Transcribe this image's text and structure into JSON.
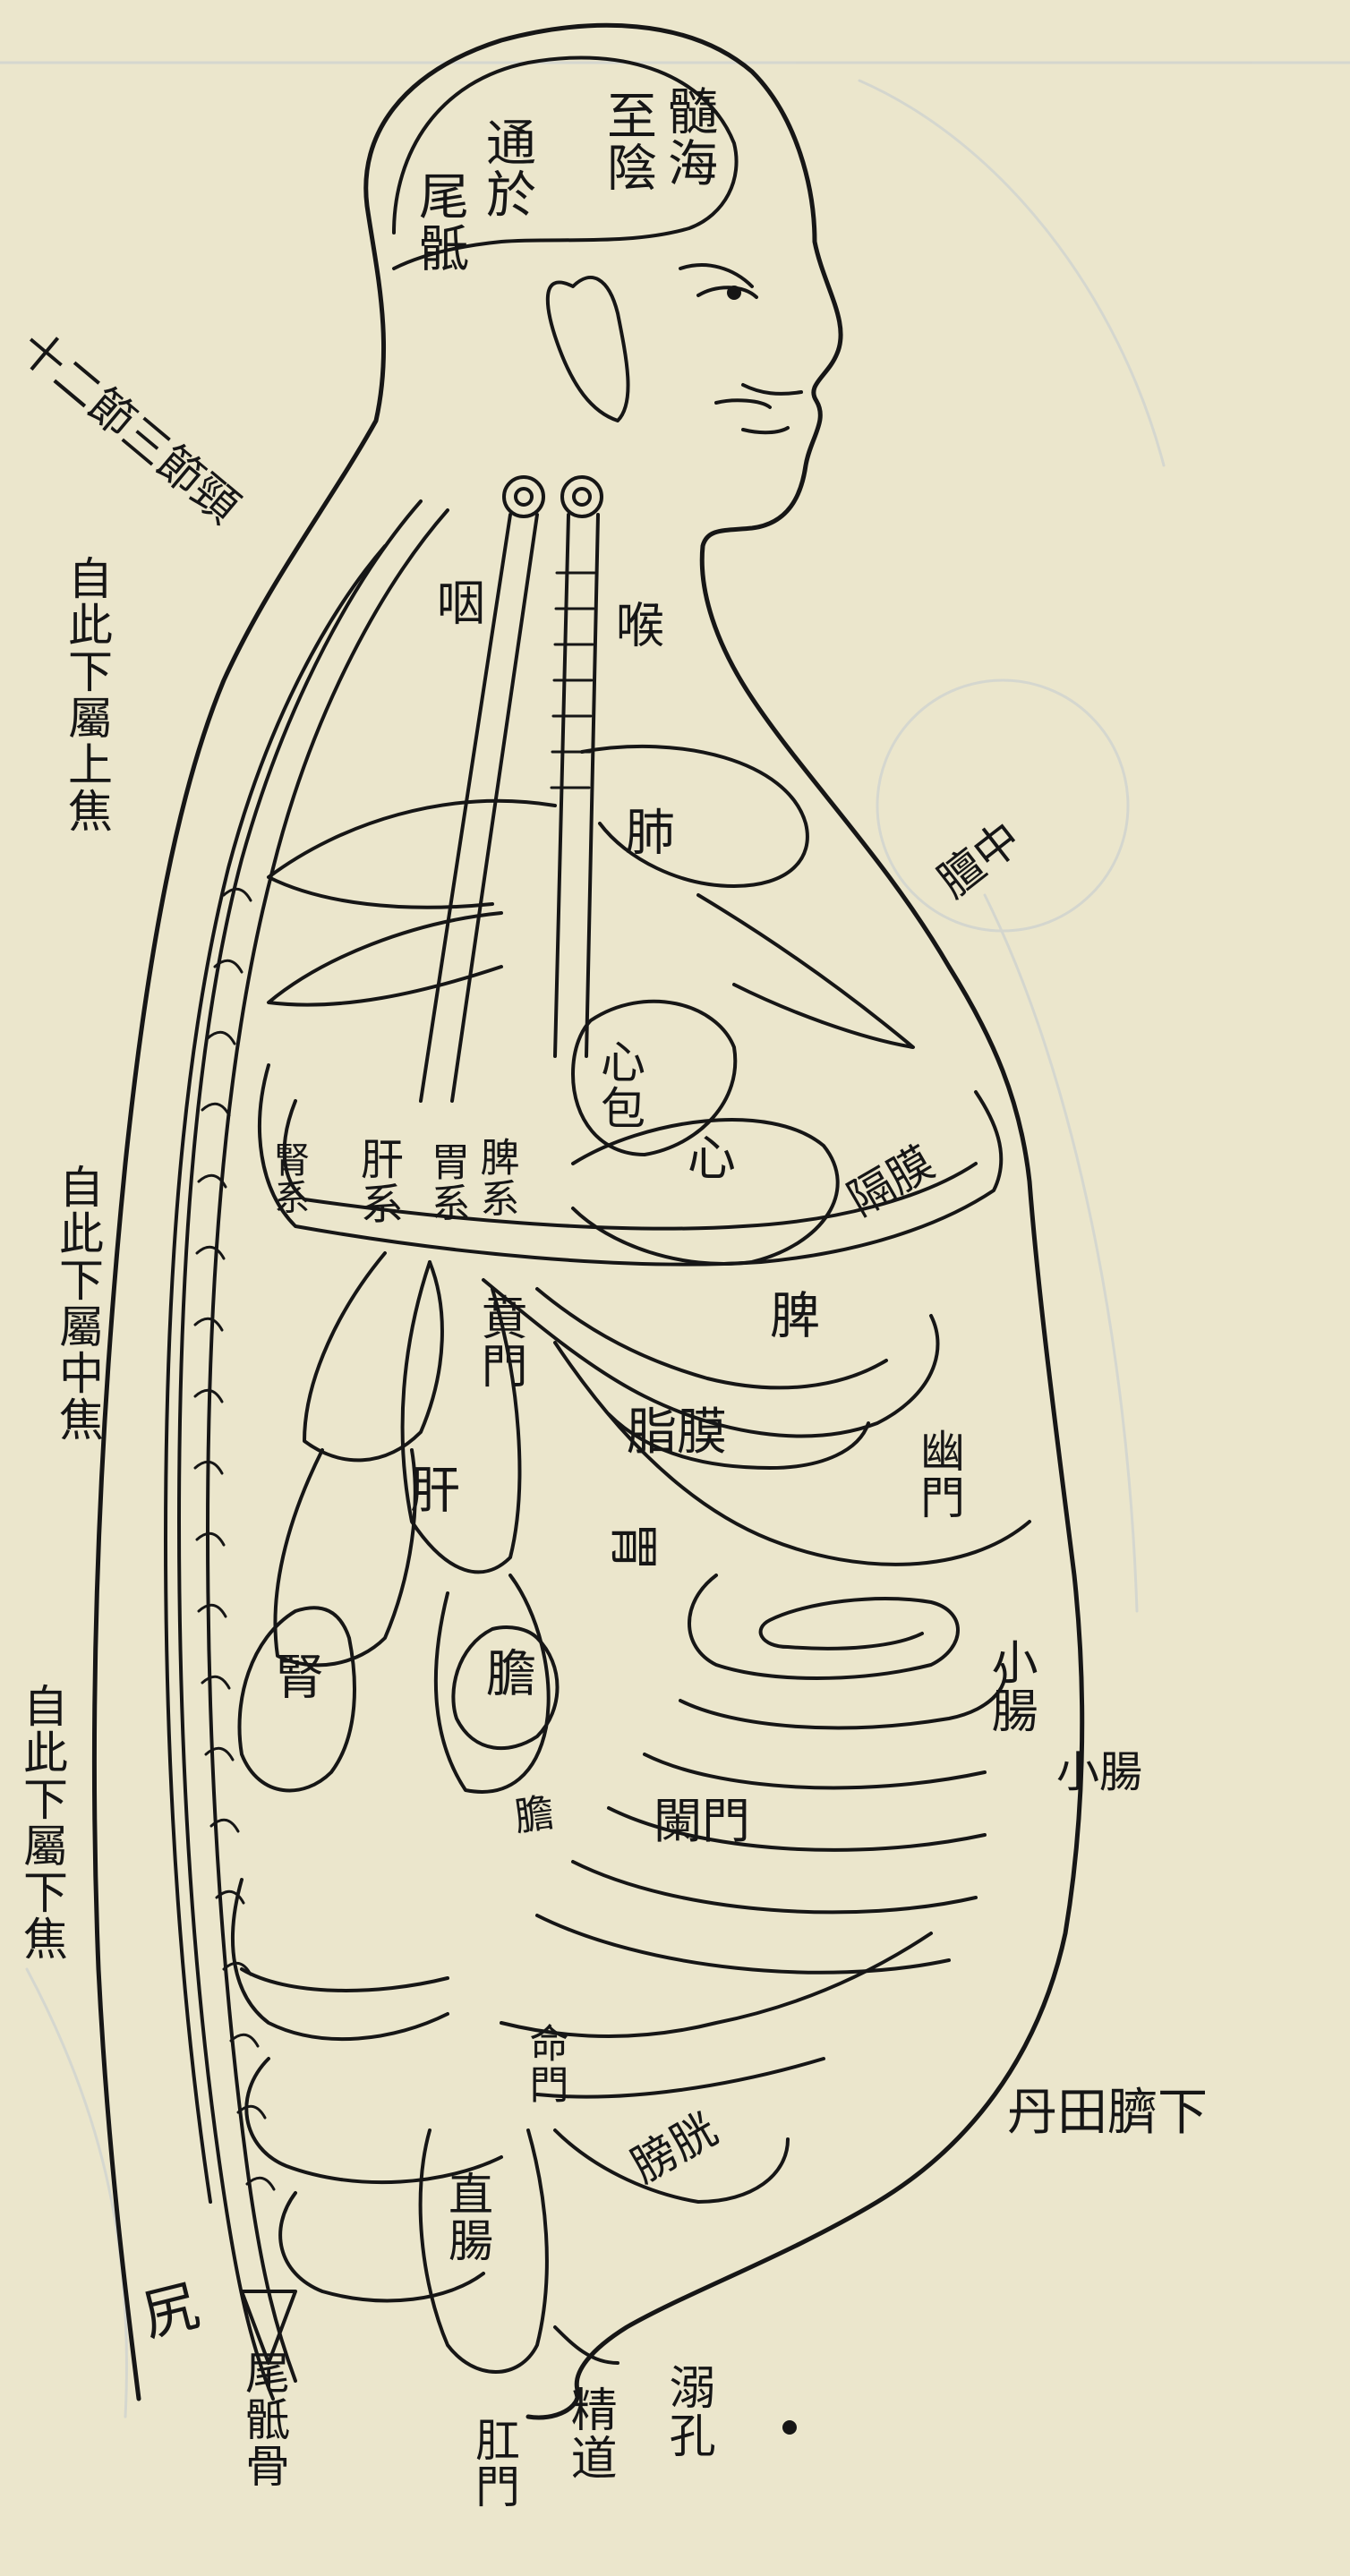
{
  "image_type": "Woodblock-print anatomical diagram: side view of human torso showing internal organs and the spine",
  "paper_color": "#ebe6cc",
  "ink_color": "#161616",
  "labels": {
    "head_top": "髓海",
    "head_mid": "至陰",
    "head_left1": "通於",
    "head_left2": "尾骶",
    "yan": "咽",
    "hou": "喉",
    "fei": "肺",
    "xinbao": "心包",
    "xin": "心",
    "shen_xi": "腎系",
    "gan_xi": "肝系",
    "wei_xi": "胃系",
    "pi_xi": "脾系",
    "geyang": "隔膜",
    "pi": "脾",
    "zhigao": "脂膜",
    "benmen": "賁門",
    "gan": "肝",
    "wei": "胃",
    "youmen": "幽門",
    "xiaochang": "小腸",
    "shen": "腎",
    "dan": "膽",
    "lanmen": "闌門",
    "pangguang": "膀胱",
    "mingmen": "命門",
    "zhichang": "直腸",
    "gang": "尻",
    "weidi_gu": "尾骶骨",
    "gangmen": "肛門",
    "jingdao": "精道",
    "niaokong": "溺孔",
    "upper_jiao": "自此下屬上焦",
    "middle_jiao": "自此下屬中焦",
    "lower_jiao": "自此下屬下焦",
    "left_top_diag": "十二節三節頸",
    "right_tanzhong": "膻中",
    "right_small_int": "小腸",
    "right_dantian": "丹田臍下"
  }
}
